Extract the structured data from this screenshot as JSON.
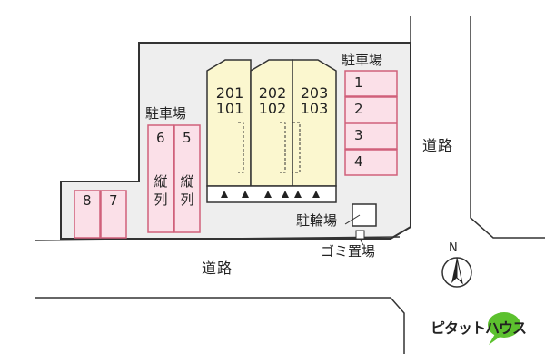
{
  "map": {
    "parking_right_label": "駐車場",
    "parking_left_label": "駐車場",
    "road_bottom_label": "道路",
    "road_right_label": "道路",
    "bicycle_parking_label": "駐輪場",
    "garbage_label": "ゴミ置場",
    "compass_label": "N",
    "brand_text": "ピタットハウス",
    "brand_color": "#5cc12e",
    "site_color": "#eeeeee",
    "building_color": "#fbf7cf",
    "parking_color": "#fbe0e8",
    "parking_border": "#d0607a",
    "building_units": [
      {
        "upper": "201",
        "lower": "101"
      },
      {
        "upper": "202",
        "lower": "102"
      },
      {
        "upper": "203",
        "lower": "103"
      }
    ],
    "parking_right": [
      "1",
      "2",
      "3",
      "4"
    ],
    "parking_left": [
      {
        "num": "6",
        "note": "縦列"
      },
      {
        "num": "5",
        "note": "縦列"
      }
    ],
    "parking_bottom_left": [
      "8",
      "7"
    ]
  }
}
